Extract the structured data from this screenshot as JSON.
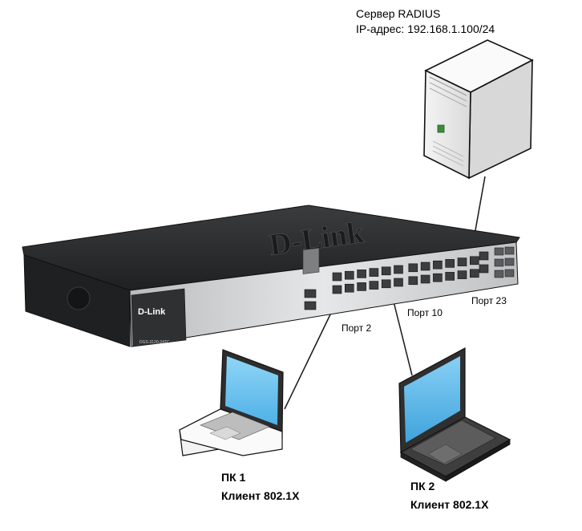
{
  "server": {
    "title": "Сервер RADIUS",
    "ip": "IP-адрес: 192.168.1.100/24"
  },
  "switch": {
    "brand": "D-Link",
    "model": "DGS-3120-24TC"
  },
  "ports": {
    "p2": "Порт 2",
    "p10": "Порт 10",
    "p23": "Порт 23"
  },
  "pc1": {
    "name": "ПК 1",
    "role": "Клиент 802.1X"
  },
  "pc2": {
    "name": "ПК 2",
    "role": "Клиент 802.1X"
  },
  "colors": {
    "switch_top": "#2b2d2f",
    "switch_front": "#c9cbcd",
    "server_body": "#e9e9e9",
    "laptop_screen": "#6fc3f0",
    "laptop_dark": "#3a3a3a"
  }
}
